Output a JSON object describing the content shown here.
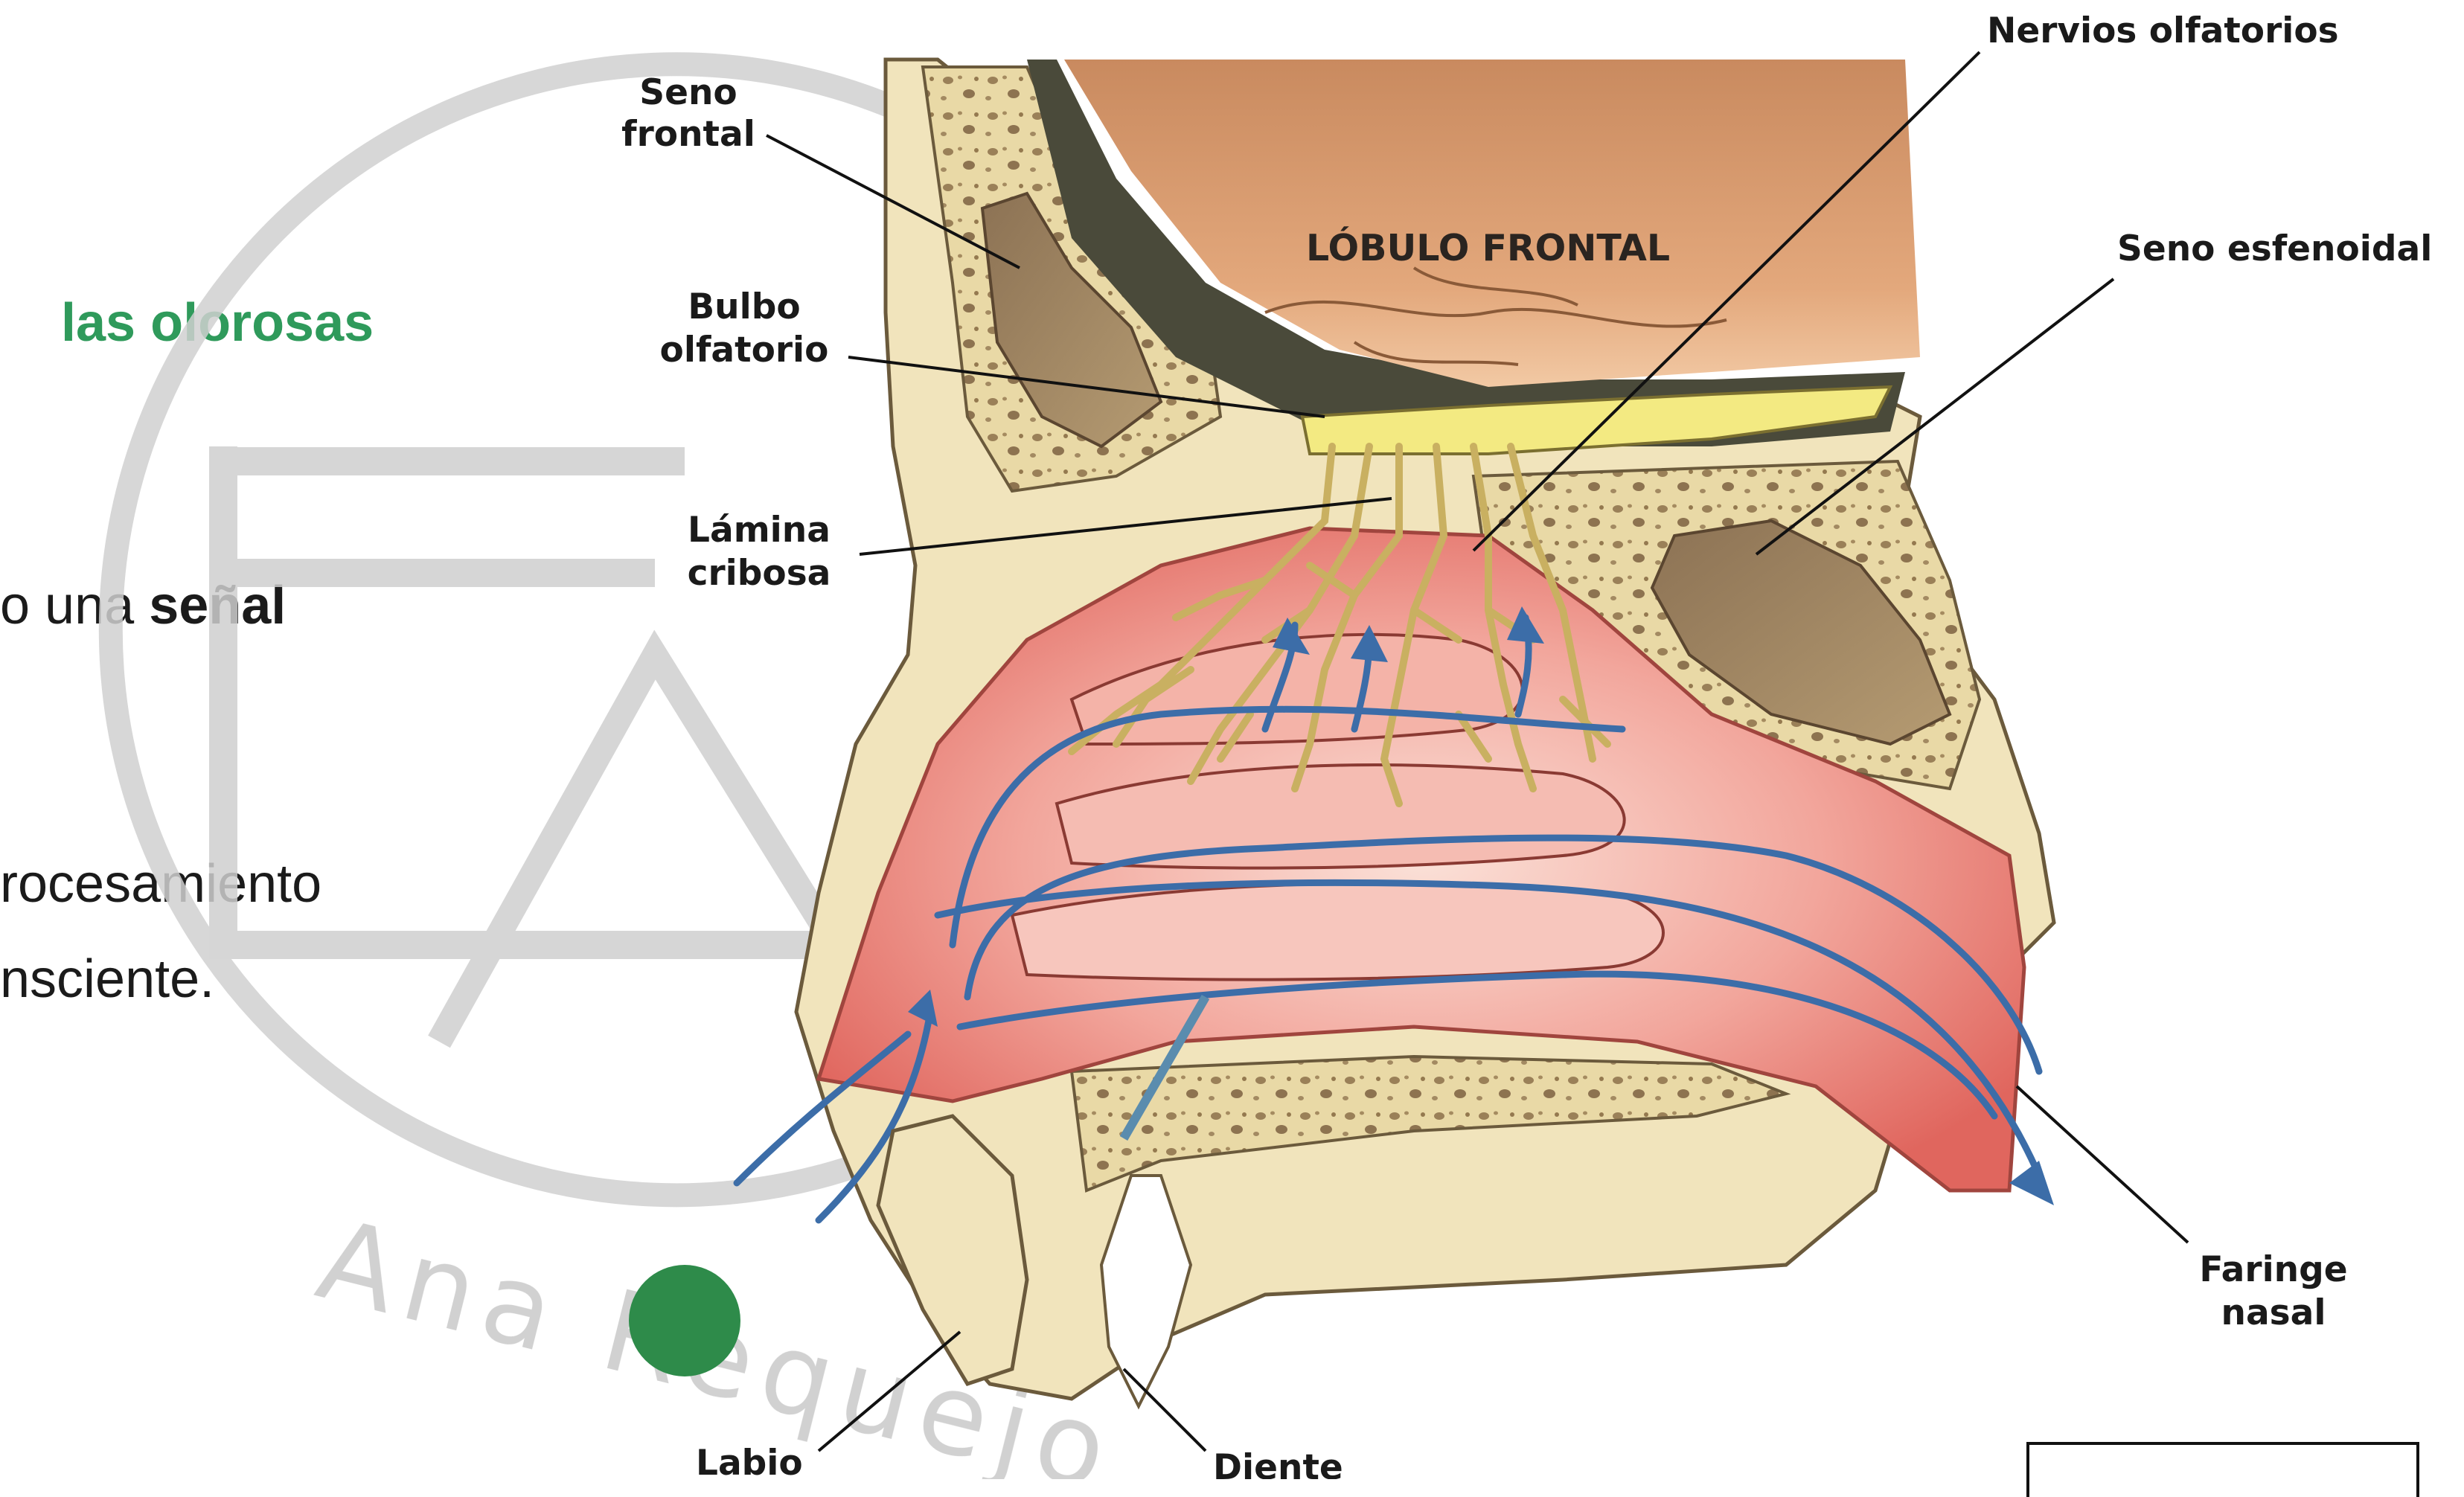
{
  "slide_text": {
    "line1": "las olorosas",
    "line2_a": "o una ",
    "line2_b": "señal",
    "line3": "rocesamiento",
    "line4": "nsciente."
  },
  "labels": {
    "seno_frontal_1": "Seno",
    "seno_frontal_2": "frontal",
    "bulbo_1": "Bulbo",
    "bulbo_2": "olfatorio",
    "lamina_1": "Lámina",
    "lamina_2": "cribosa",
    "nervios": "Nervios olfatorios",
    "lobulo": "LÓBULO FRONTAL",
    "seno_esfenoidal": "Seno esfenoidal",
    "faringe_1": "Faringe",
    "faringe_2": "nasal",
    "labio": "Labio",
    "diente": "Diente"
  },
  "watermark": {
    "name": "Ana Requejo"
  },
  "colors": {
    "accent_green": "#2f9a5b",
    "dot_green": "#2e8b4a",
    "bone": "#efe2b6",
    "mucosa": "#e98a82",
    "brain": "#d8986a",
    "nerve": "#f1ea8c",
    "airflow": "#3c6da8"
  }
}
